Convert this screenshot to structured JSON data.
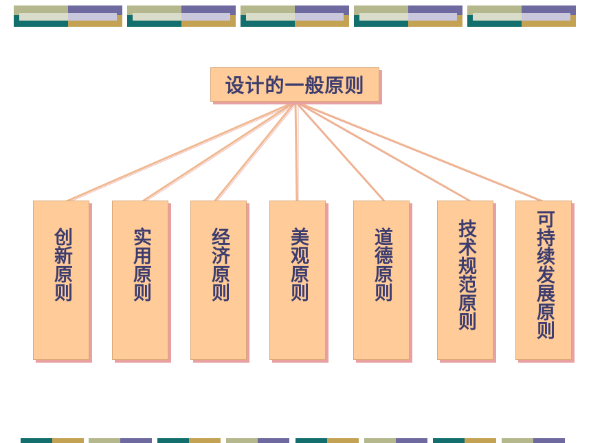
{
  "diagram": {
    "root": {
      "label": "设计的一般原则"
    },
    "children": [
      {
        "label": "创新原则"
      },
      {
        "label": "实用原则"
      },
      {
        "label": "经济原则"
      },
      {
        "label": "美观原则"
      },
      {
        "label": "道德原则"
      },
      {
        "label": "技术规范原则"
      },
      {
        "label": "可持续发展原则"
      }
    ]
  },
  "colors": {
    "box_fill": "#ffcc99",
    "box_shadow": "#e8a0a0",
    "text": "#3c3c6e",
    "line": "#f0b890",
    "banner_olive": "#b4b88c",
    "banner_purple": "#6e6aa0",
    "banner_teal": "#136e6e",
    "banner_gold": "#c4a254"
  }
}
